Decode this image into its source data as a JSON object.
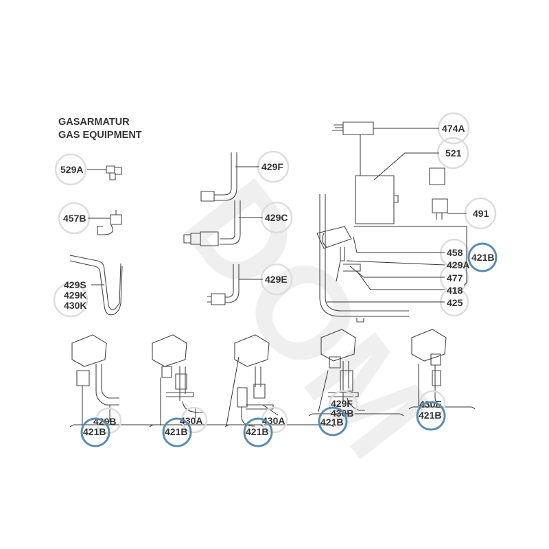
{
  "title": {
    "line1": "GASARMATUR",
    "line2": "GAS EQUIPMENT"
  },
  "watermark": "DOM",
  "highlight_color": "#5b8bb5",
  "left_parts": {
    "p529A": "529A",
    "p457B": "457B",
    "p429S": "429S",
    "p429K": "429K",
    "p430K": "430K",
    "p429F": "429F",
    "p429C": "429C",
    "p429E": "429E"
  },
  "assembly": {
    "p474A": "474A",
    "p521": "521",
    "p491": "491",
    "p458": "458",
    "p429A": "429A",
    "p477": "477",
    "p418": "418",
    "p425": "425",
    "p421B": "421B"
  },
  "variants": [
    {
      "main": "421B",
      "sub": [
        "429B"
      ]
    },
    {
      "main": "421B",
      "sub": [
        "430A"
      ]
    },
    {
      "main": "421B",
      "sub": [
        "430A"
      ]
    },
    {
      "main": "421B",
      "sub": [
        "429F",
        "430B"
      ]
    },
    {
      "main": "421B",
      "sub": [
        "430E"
      ]
    }
  ]
}
